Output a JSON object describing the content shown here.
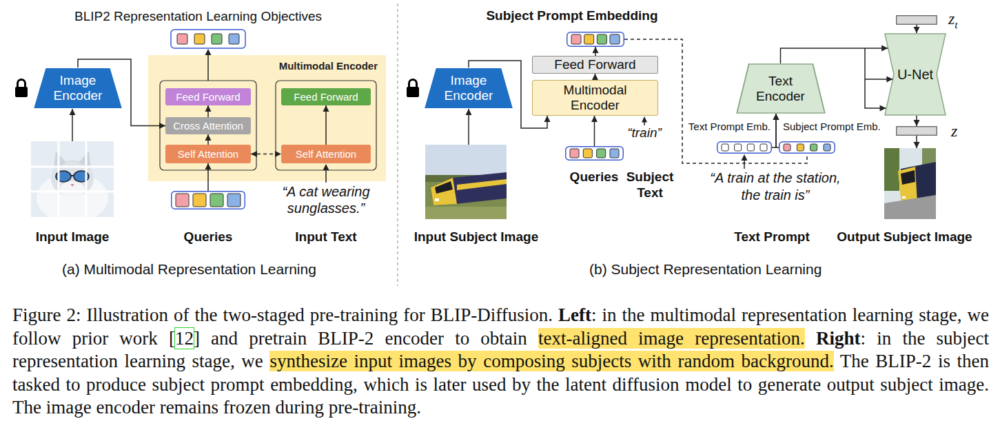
{
  "diagram": {
    "caption": "Figure 2: Illustration of the two-staged pre-training for BLIP-Diffusion. Left: in the multimodal representation learning stage, we follow prior work [12] and pretrain BLIP-2 encoder to obtain text-aligned image representation. Right: in the subject representation learning stage, we synthesize input images by composing subjects with random background. The BLIP-2 is then tasked to produce subject prompt embedding, which is later used by the latent diffusion model to generate output subject image. The image encoder remains frozen during pre-training.",
    "nodes": [
      {
        "text": [
          "Image Encoder"
        ]
      },
      {
        "text": [
          "Input Image"
        ]
      },
      {
        "text": [
          "Multimodal Encoder"
        ]
      },
      {
        "text": [
          "Feed Forward"
        ],
        "in": 2
      },
      {
        "text": [
          "Cross Attention"
        ],
        "in": 2
      },
      {
        "text": [
          "Self Attention"
        ],
        "in": 2
      },
      {
        "text": [
          "Feed Forward"
        ],
        "in": 2
      },
      {
        "text": [
          "Self Attention"
        ],
        "in": 2
      },
      {
        "text": [
          "Queries"
        ]
      },
      {
        "text": [
          "Image Encoder"
        ]
      },
      {
        "text": [
          "Input Subject Image"
        ]
      },
      {
        "text": [
          "Feed Forward"
        ]
      },
      {
        "text": [
          "Multimodal Encoder"
        ]
      },
      {
        "text": [
          "Queries"
        ]
      },
      {
        "text": [
          "Subject Prompt Embedding"
        ]
      },
      {
        "text": [
          "Text Encoder"
        ]
      },
      {
        "text": [
          "Text Prompt Emb."
        ]
      },
      {
        "text": [
          "Subject Prompt Emb."
        ]
      },
      {
        "text": [
          "U-Net"
        ]
      },
      {
        "text": [
          "zt"
        ]
      },
      {
        "text": [
          "z"
        ]
      },
      {
        "text": [
          "Output Subject Image"
        ]
      }
    ],
    "edges": [
      {
        "from": 1,
        "to": 0,
        "arrow": "to"
      },
      {
        "from": 0,
        "to": 4,
        "arrow": "to"
      },
      {
        "from": 8,
        "to": 5,
        "arrow": "to"
      },
      {
        "from": 5,
        "to": 4,
        "arrow": "to"
      },
      {
        "from": 4,
        "to": 3,
        "arrow": "to"
      },
      {
        "from": 5,
        "to": 7,
        "arrow": "both"
      },
      {
        "from": 7,
        "to": 6,
        "arrow": "to"
      },
      {
        "from": 10,
        "to": 9,
        "arrow": "to"
      },
      {
        "from": 9,
        "to": 12,
        "arrow": "to"
      },
      {
        "from": 13,
        "to": 12,
        "arrow": "to"
      },
      {
        "from": 12,
        "to": 11,
        "arrow": "to"
      },
      {
        "from": 11,
        "to": 14,
        "arrow": "to"
      },
      {
        "from": 14,
        "to": 17,
        "arrow": "none"
      },
      {
        "from": 16,
        "to": 15,
        "arrow": "to"
      },
      {
        "from": 17,
        "to": 15,
        "arrow": "to"
      },
      {
        "from": 15,
        "to": 18,
        "arrow": "to"
      },
      {
        "from": 19,
        "to": 18,
        "arrow": "to"
      },
      {
        "from": 18,
        "to": 20,
        "arrow": "to"
      },
      {
        "from": 20,
        "to": 21,
        "arrow": "to"
      }
    ],
    "labels": [
      "BLIP2 Representation Learning Objectives",
      "“A cat wearing sunglasses.”",
      "Input Text",
      "(a) Multimodal Representation Learning",
      "“train”",
      "Subject Text",
      "“A train at the station, the train is”",
      "Text Prompt",
      "(b) Subject Representation Learning"
    ]
  }
}
